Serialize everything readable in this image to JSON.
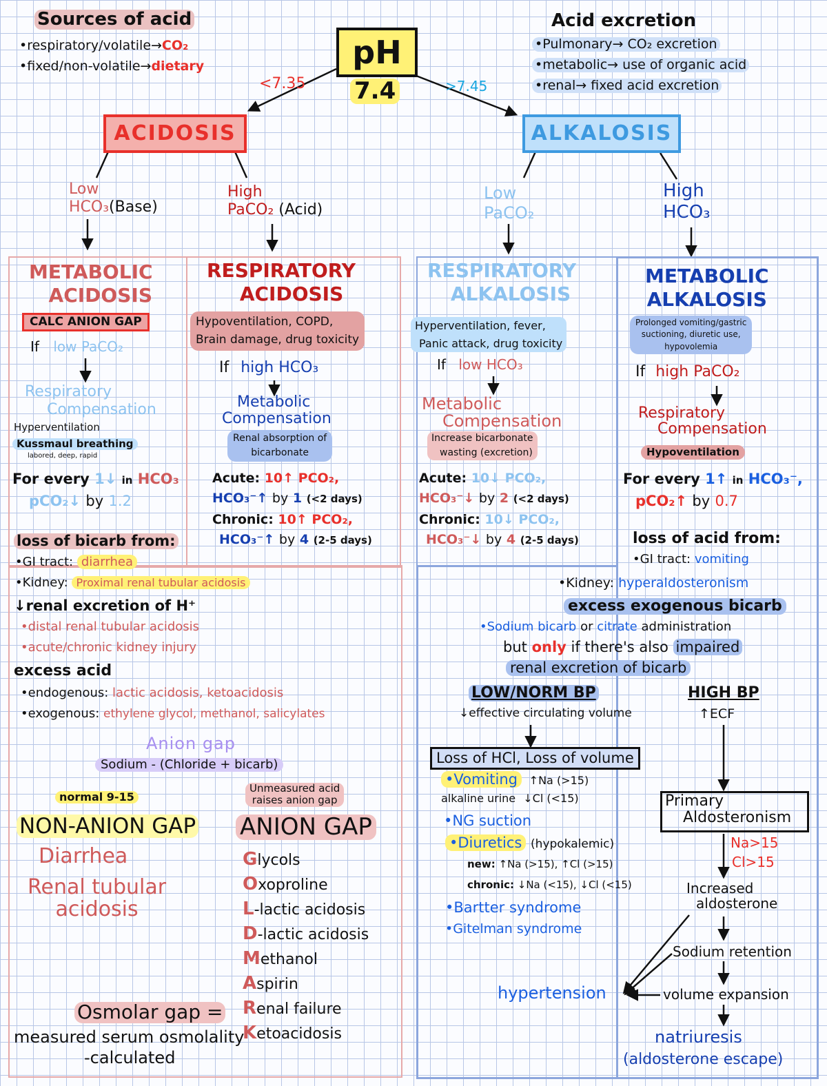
{
  "sources": {
    "title": "Sources of acid",
    "line1_a": "•respiratory/volatile→",
    "line1_b": "CO₂",
    "line2_a": "•fixed/non-volatile→",
    "line2_b": "dietary"
  },
  "ph": {
    "title": "pH",
    "value": "7.4",
    "low": "<7.35",
    "high": ">7.45"
  },
  "excretion": {
    "title": "Acid excretion",
    "line1": "•Pulmonary→ CO₂ excretion",
    "line2": "•metabolic→ use of organic acid",
    "line3": "•renal→ fixed acid excretion"
  },
  "acidosis": {
    "title": "ACIDOSIS",
    "low_hco3_a": "Low",
    "low_hco3_b": "HCO₃",
    "low_hco3_c": "(Base)",
    "high_paco2_a": "High",
    "high_paco2_b": "PaCO₂",
    "high_paco2_c": "(Acid)"
  },
  "alkalosis": {
    "title": "ALKALOSIS",
    "low_paco2_a": "Low",
    "low_paco2_b": "PaCO₂",
    "high_hco3_a": "High",
    "high_hco3_b": "HCO₃"
  },
  "met_acidosis": {
    "title1": "METABOLIC",
    "title2": "ACIDOSIS",
    "calc": "CALC ANION GAP",
    "if_a": "If",
    "if_b": "low PaCO₂",
    "comp1": "Respiratory",
    "comp2": "Compensation",
    "hyper": "Hyperventilation",
    "kuss": "Kussmaul breathing",
    "kuss_sub": "labored, deep, rapid",
    "rule_a": "For every",
    "rule_b": "1↓",
    "rule_c": "in",
    "rule_d": "HCO₃",
    "rule_e": "pCO₂↓",
    "rule_f": "by",
    "rule_g": "1.2"
  },
  "resp_acidosis": {
    "title1": "RESPIRATORY",
    "title2": "ACIDOSIS",
    "causes1": "Hypoventilation, COPD,",
    "causes2": "Brain damage, drug toxicity",
    "if_a": "If",
    "if_b": "high HCO₃",
    "comp1": "Metabolic",
    "comp2": "Compensation",
    "renal1": "Renal absorption of",
    "renal2": "bicarbonate",
    "acute_a": "Acute:",
    "acute_b": "10↑ PCO₂,",
    "acute_c": "HCO₃⁻↑",
    "acute_d": "by",
    "acute_e": "1",
    "acute_f": "(<2 days)",
    "chronic_a": "Chronic:",
    "chronic_b": "10↑ PCO₂,",
    "chronic_c": "HCO₃⁻↑",
    "chronic_d": "by",
    "chronic_e": "4",
    "chronic_f": "(2-5 days)"
  },
  "resp_alkalosis": {
    "title1": "RESPIRATORY",
    "title2": "ALKALOSIS",
    "causes1": "Hyperventilation, fever,",
    "causes2": "Panic attack, drug toxicity",
    "if_a": "If",
    "if_b": "low HCO₃",
    "comp1": "Metabolic",
    "comp2": "Compensation",
    "inc1": "Increase bicarbonate",
    "inc2": "wasting (excretion)",
    "acute_a": "Acute:",
    "acute_b": "10↓ PCO₂,",
    "acute_c": "HCO₃⁻↓",
    "acute_d": "by",
    "acute_e": "2",
    "acute_f": "(<2 days)",
    "chronic_a": "Chronic:",
    "chronic_b": "10↓ PCO₂,",
    "chronic_c": "HCO₃⁻↓",
    "chronic_d": "by",
    "chronic_e": "4",
    "chronic_f": "(2-5 days)"
  },
  "met_alkalosis": {
    "title1": "METABOLIC",
    "title2": "ALKALOSIS",
    "causes1": "Prolonged vomiting/gastric",
    "causes2": "suctioning, diuretic use,",
    "causes3": "hypovolemia",
    "if_a": "If",
    "if_b": "high PaCO₂",
    "comp1": "Respiratory",
    "comp2": "Compensation",
    "hypo": "Hypoventilation",
    "rule_a": "For every",
    "rule_b": "1↑",
    "rule_c": "in",
    "rule_d": "HCO₃⁻,",
    "rule_e": "pCO₂↑",
    "rule_f": "by",
    "rule_g": "0.7"
  },
  "bicarb_loss": {
    "title": "loss of bicarb from:",
    "gi_a": "•GI tract:",
    "gi_b": "diarrhea",
    "kid_a": "•Kidney:",
    "kid_b": "Proximal renal tubular acidosis",
    "renal": "↓renal excretion of H⁺",
    "renal1": "•distal renal tubular acidosis",
    "renal2": "•acute/chronic kidney injury",
    "excess": "excess acid",
    "endo_a": "•endogenous:",
    "endo_b": "lactic acidosis, ketoacidosis",
    "exo_a": "•exogenous:",
    "exo_b": "ethylene glycol, methanol, salicylates",
    "ag_title": "Anion gap",
    "ag_formula": "Sodium - (Chloride + bicarb)",
    "normal": "normal 9-15",
    "unmeasured1": "Unmeasured acid",
    "unmeasured2": "raises anion gap",
    "nag": "NON-ANION GAP",
    "ag": "ANION GAP",
    "nag_1": "Diarrhea",
    "nag_2": "Renal tubular",
    "nag_3": "acidosis",
    "goldmark": [
      {
        "l": "G",
        "r": "lycols"
      },
      {
        "l": "O",
        "r": "xoproline"
      },
      {
        "l": "L",
        "r": "-lactic acidosis"
      },
      {
        "l": "D",
        "r": "-lactic acidosis"
      },
      {
        "l": "M",
        "r": "ethanol"
      },
      {
        "l": "A",
        "r": "spirin"
      },
      {
        "l": "R",
        "r": "enal failure"
      },
      {
        "l": "K",
        "r": "etoacidosis"
      }
    ],
    "osm_title": "Osmolar gap =",
    "osm_1": "measured serum osmolality",
    "osm_2": "-calculated"
  },
  "acid_loss": {
    "title": "loss of acid from:",
    "gi_a": "•GI tract:",
    "gi_b": "vomiting",
    "kid_a": "•Kidney:",
    "kid_b": "hyperaldosteronism",
    "excess": "excess exogenous bicarb",
    "sod_a": "•Sodium bicarb",
    "sod_b": "or",
    "sod_c": "citrate",
    "sod_d": "administration",
    "but_a": "but",
    "but_b": "only",
    "but_c": "if there's also",
    "but_d": "impaired",
    "renal": "renal excretion of bicarb",
    "low_bp": "LOW/NORM BP",
    "eff": "↓effective circulating volume",
    "high_bp": "HIGH BP",
    "ecf": "↑ECF",
    "loss_hcl": "Loss of HCl, Loss of volume",
    "vomit": "•Vomiting",
    "vomit_na": "↑Na (>15)",
    "alk_urine": "alkaline urine",
    "alk_cl": "↓Cl (<15)",
    "ng": "•NG suction",
    "diur_a": "•Diuretics",
    "diur_b": "(hypokalemic)",
    "new_a": "new:",
    "new_b": "↑Na (>15), ↑Cl (>15)",
    "chr_a": "chronic:",
    "chr_b": "↓Na (<15), ↓Cl (<15)",
    "bartter": "•Bartter syndrome",
    "gitelman": "•Gitelman syndrome",
    "primary1": "Primary",
    "primary2": "Aldosteronism",
    "na": "Na>15",
    "cl": "Cl>15",
    "inc1": "Increased",
    "inc2": "aldosterone",
    "sodium": "Sodium retention",
    "volume": "volume expansion",
    "hypertension": "hypertension",
    "natri": "natriuresis",
    "escape": "(aldosterone escape)"
  }
}
